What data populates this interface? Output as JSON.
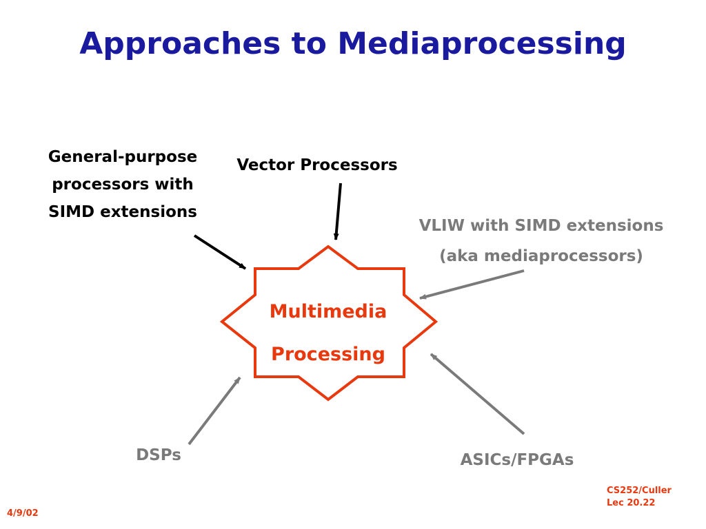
{
  "slide": {
    "title": "Approaches to Mediaprocessing",
    "course": [
      "CS252/Culler",
      "Lec 20.22"
    ],
    "date": "4/9/02"
  },
  "diagram": {
    "center": {
      "lines": [
        "Multimedia",
        "Processing"
      ],
      "color": "#e8380d"
    },
    "approaches": [
      {
        "id": "general-purpose",
        "lines": [
          "General-purpose",
          "processors with",
          "SIMD extensions"
        ],
        "color": "#000000"
      },
      {
        "id": "vector",
        "lines": [
          "Vector Processors"
        ],
        "color": "#000000"
      },
      {
        "id": "vliw",
        "lines": [
          "VLIW with SIMD extensions",
          "(aka mediaprocessors)"
        ],
        "color": "#7a7a7a"
      },
      {
        "id": "dsps",
        "lines": [
          "DSPs"
        ],
        "color": "#7a7a7a"
      },
      {
        "id": "asics",
        "lines": [
          "ASICs/FPGAs"
        ],
        "color": "#7a7a7a"
      }
    ],
    "title_color": "#1a1a9e"
  }
}
